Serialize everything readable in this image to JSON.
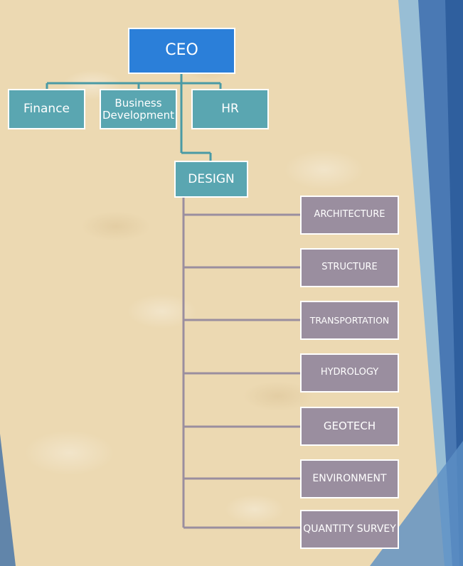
{
  "colors": {
    "ceo_fill": "#2b7fd9",
    "department_fill": "#5aa6b1",
    "discipline_fill": "#9a8e9f",
    "connector_teal": "#4a9aa5",
    "connector_purple": "#9a8e9f",
    "background": "#ecd9b2"
  },
  "org_chart": {
    "ceo": "CEO",
    "departments": [
      "Finance",
      "Business Development",
      "HR"
    ],
    "design": "DESIGN",
    "disciplines": [
      "ARCHITECTURE",
      "STRUCTURE",
      "TRANSPORTATION",
      "HYDROLOGY",
      "GEOTECH",
      "ENVIRONMENT",
      "QUANTITY SURVEY"
    ]
  }
}
